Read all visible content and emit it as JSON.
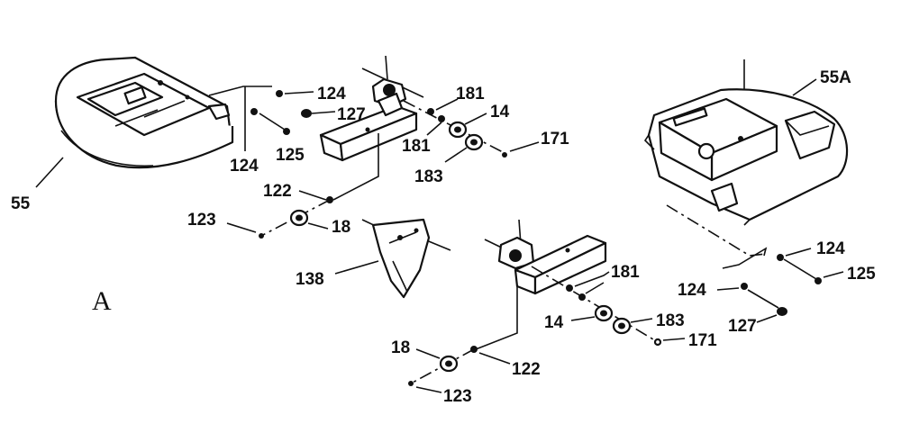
{
  "diagram": {
    "section_letter": "A",
    "labels": {
      "p55": "55",
      "p55a": "55A",
      "p124_a": "124",
      "p127_a": "127",
      "p124_b": "124",
      "p125_a": "125",
      "p181_a": "181",
      "p14_a": "14",
      "p181_b": "181",
      "p171_a": "171",
      "p183_a": "183",
      "p122_a": "122",
      "p123_a": "123",
      "p18_a": "18",
      "p138": "138",
      "p181_c": "181",
      "p14_b": "14",
      "p183_b": "183",
      "p171_b": "171",
      "p18_b": "18",
      "p122_b": "122",
      "p123_b": "123",
      "p124_c": "124",
      "p125_b": "125",
      "p124_d": "124",
      "p127_b": "127"
    }
  }
}
